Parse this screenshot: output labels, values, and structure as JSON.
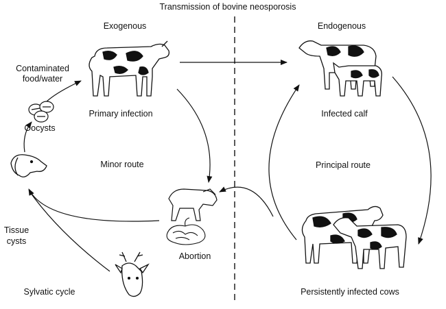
{
  "title": "Transmission of bovine neosporosis",
  "sections": {
    "left": "Exogenous",
    "right": "Endogenous"
  },
  "labels": {
    "contaminated_line1": "Contaminated",
    "contaminated_line2": "food/water",
    "oocysts": "Oocysts",
    "primary_infection": "Primary infection",
    "minor_route": "Minor route",
    "tissue_line1": "Tissue",
    "tissue_line2": "cysts",
    "sylvatic_cycle": "Sylvatic cycle",
    "abortion": "Abortion",
    "infected_calf": "Infected calf",
    "principal_route": "Principal route",
    "persistent_cows": "Persistently infected cows"
  }
}
